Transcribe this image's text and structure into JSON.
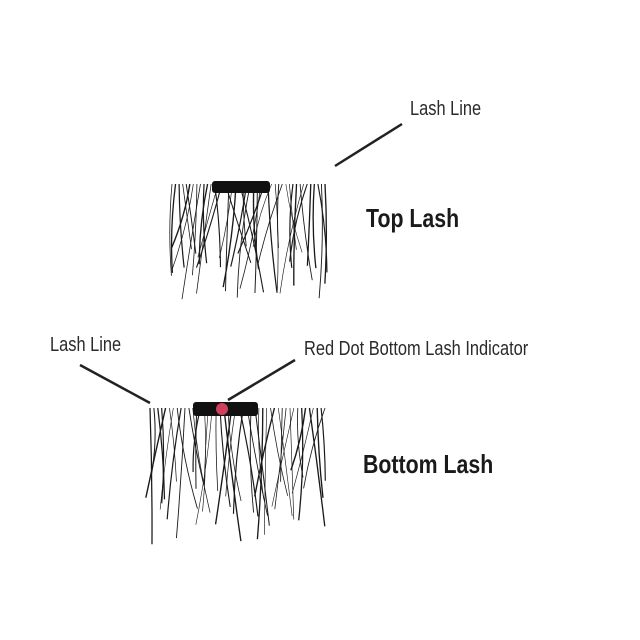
{
  "labels": {
    "top_lash_line": "Lash Line",
    "top_lash": "Top Lash",
    "bottom_lash_line": "Lash Line",
    "red_dot": "Red Dot Bottom Lash Indicator",
    "bottom_lash": "Bottom Lash"
  },
  "colors": {
    "band": "#111111",
    "red_dot": "#d0405a",
    "strand": "#1a1a1a"
  }
}
